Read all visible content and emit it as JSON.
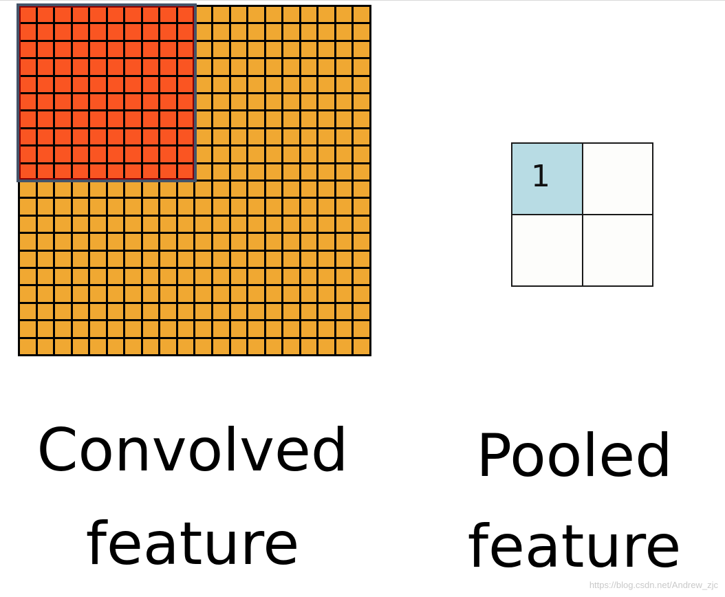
{
  "convolved": {
    "rows": 20,
    "cols": 20,
    "highlight_rows": 10,
    "highlight_cols": 10,
    "cell_color": "#f0a832",
    "highlight_color": "#fa5522",
    "caption_line1": "Convolved",
    "caption_line2": "feature"
  },
  "pooled": {
    "cells": [
      "1",
      "",
      "",
      ""
    ],
    "filled_color": "#b8dce4",
    "caption_line1": "Pooled",
    "caption_line2": "feature"
  },
  "watermark": "https://blog.csdn.net/Andrew_zjc"
}
